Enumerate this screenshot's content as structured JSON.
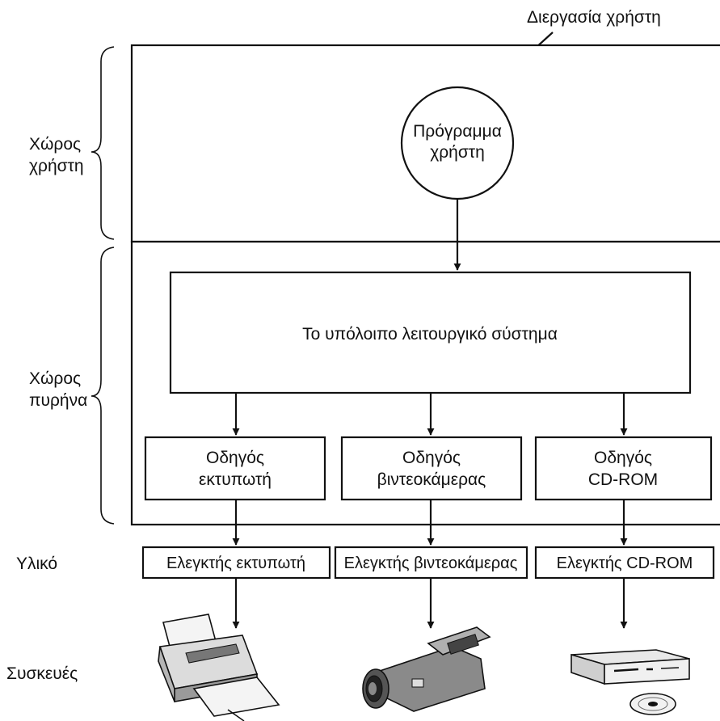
{
  "diagram": {
    "user_process": "Διεργασία χρήστη",
    "user_program": {
      "line1": "Πρόγραμμα",
      "line2": "χρήστη"
    },
    "rest_of_os": "Το υπόλοιπο λειτουργικό σύστημα",
    "layers": {
      "user_space": {
        "line1": "Χώρος",
        "line2": "χρήστη"
      },
      "kernel_space": {
        "line1": "Χώρος",
        "line2": "πυρήνα"
      },
      "hardware": "Υλικό",
      "devices": "Συσκευές"
    },
    "drivers": [
      {
        "line1": "Οδηγός",
        "line2": "εκτυπωτή"
      },
      {
        "line1": "Οδηγός",
        "line2": "βιντεοκάμερας"
      },
      {
        "line1": "Οδηγός",
        "line2": "CD-ROM"
      }
    ],
    "controllers": [
      "Ελεγκτής εκτυπωτή",
      "Ελεγκτής βιντεοκάμερας",
      "Ελεγκτής CD-ROM"
    ],
    "device_icons": [
      "printer-icon",
      "camcorder-icon",
      "cdrom-drive-icon"
    ]
  }
}
